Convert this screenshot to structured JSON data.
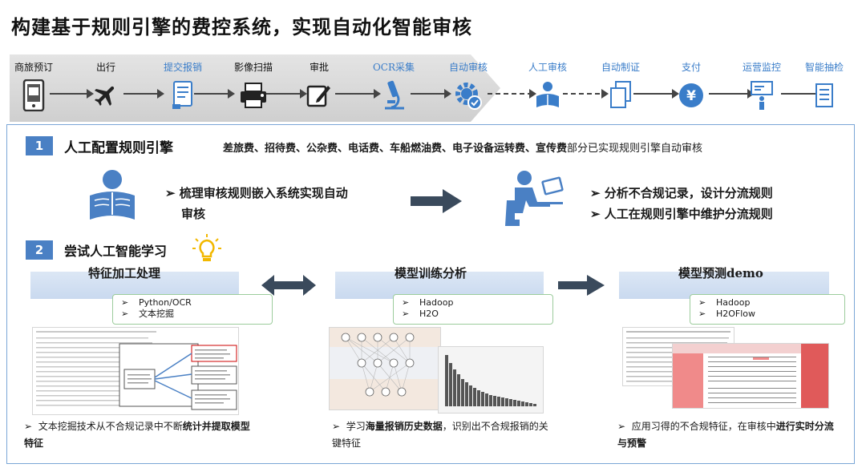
{
  "title": "构建基于规则引擎的费控系统，实现自动化智能审核",
  "process": {
    "steps": [
      {
        "label": "商旅预订",
        "icon": "mobile-booking-icon",
        "highlight": false
      },
      {
        "label": "出行",
        "icon": "airplane-icon",
        "highlight": false
      },
      {
        "label": "提交报销",
        "icon": "submit-document-icon",
        "highlight": true
      },
      {
        "label": "影像扫描",
        "icon": "scanner-icon",
        "highlight": false
      },
      {
        "label": "审批",
        "icon": "approve-pen-icon",
        "highlight": false
      },
      {
        "label": "OCR采集",
        "icon": "microscope-icon",
        "highlight": true
      },
      {
        "label": "自动审核",
        "icon": "auto-check-gear-icon",
        "highlight": true
      },
      {
        "label": "人工审核",
        "icon": "reader-person-icon",
        "highlight": true
      },
      {
        "label": "自动制证",
        "icon": "documents-icon",
        "highlight": true
      },
      {
        "label": "支付",
        "icon": "yen-coin-icon",
        "highlight": true
      },
      {
        "label": "运营监控",
        "icon": "presenter-board-icon",
        "highlight": true
      },
      {
        "label": "智能抽检",
        "icon": "checklist-icon",
        "highlight": true
      }
    ]
  },
  "section1": {
    "number": "1",
    "title": "人工配置规则引擎",
    "desc_bold": "差旅费、招待费、公杂费、电话费、车船燃油费、电子设备运转费、宣传费",
    "desc_rest": "部分已实现规则引擎自动审核",
    "left_bullet_line1": "➢ 梳理审核规则嵌入系统实现自动",
    "left_bullet_line2": "审核",
    "right_bullets": [
      "➢ 分析不合规记录，设计分流规则",
      "➢ 人工在规则引擎中维护分流规则"
    ]
  },
  "section2": {
    "number": "2",
    "title": "尝试人工智能学习",
    "stages": [
      {
        "title": "特征加工处理",
        "tools": [
          "Python/OCR",
          "文本挖掘"
        ]
      },
      {
        "title": "模型训练分析",
        "tools": [
          "Hadoop",
          "H2O"
        ]
      },
      {
        "title": "模型预测demo",
        "tools": [
          "Hadoop",
          "H2OFlow"
        ]
      }
    ],
    "captions": [
      {
        "pre": "文本挖掘技术从不合规记录中不断",
        "bold": "统计并提取模型特征",
        "post": ""
      },
      {
        "pre": "学习",
        "bold": "海量报销历史数据",
        "post": "，识别出不合规报销的关键特征"
      },
      {
        "pre": "应用习得的不合规特征，在审核中",
        "bold": "进行实时分流与预警",
        "post": ""
      }
    ]
  },
  "colors": {
    "accent": "#4a80c4",
    "highlight_text": "#3a7dc9",
    "arrow": "#3a4a5c"
  }
}
